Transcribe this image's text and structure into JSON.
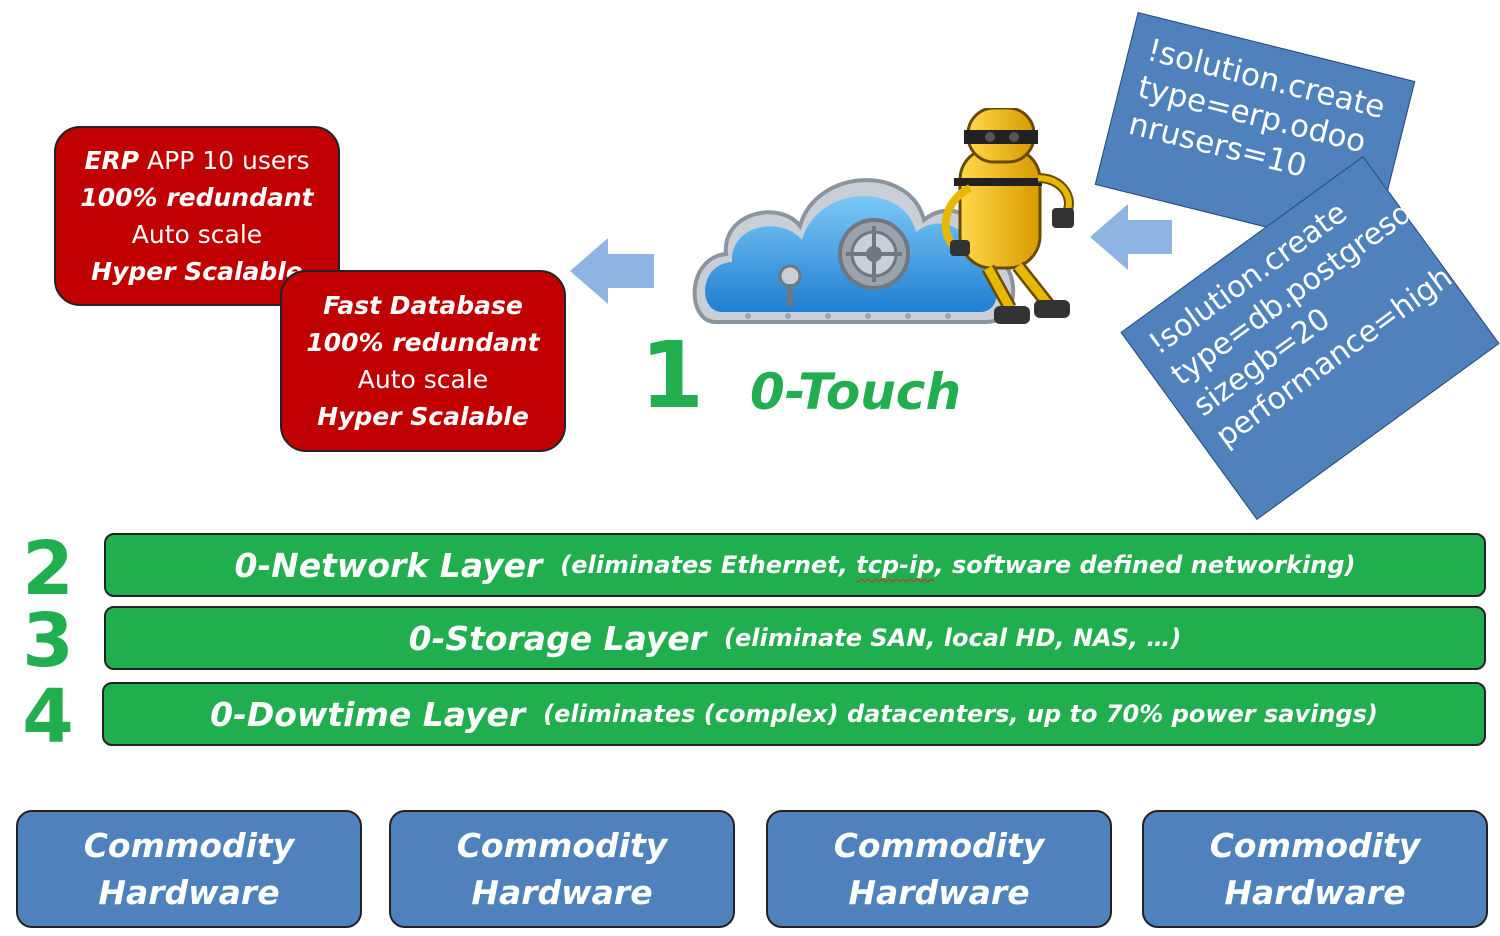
{
  "solutions": {
    "erp": {
      "line1_bold": "ERP",
      "line1_rest": " APP 10 users",
      "line2": "100% redundant",
      "line3": "Auto scale",
      "line4": "Hyper Scalable"
    },
    "db": {
      "line1": "Fast Database",
      "line2": "100% redundant",
      "line3": "Auto scale",
      "line4": "Hyper Scalable"
    }
  },
  "commands": {
    "erp": {
      "line1": "!solution.create",
      "line2": "type=erp.odoo",
      "line3": "nrusers=10"
    },
    "db": {
      "line1": "!solution.create",
      "line2": "type=db.postgresql",
      "line3": "sizegb=20",
      "line4": "performance=high"
    }
  },
  "step1": {
    "number": "1",
    "label": "0-Touch"
  },
  "layers": [
    {
      "number": "2",
      "name": "0-Network Layer",
      "desc_pre": "(eliminates Ethernet, ",
      "desc_mark": "tcp-ip",
      "desc_post": ", software defined networking)"
    },
    {
      "number": "3",
      "name": "0-Storage Layer",
      "desc": "(eliminate SAN, local HD, NAS, …)"
    },
    {
      "number": "4",
      "name": "0-Dowtime Layer",
      "desc": "(eliminates (complex) datacenters, up to 70% power savings)"
    }
  ],
  "hardware": [
    {
      "line1": "Commodity",
      "line2": "Hardware"
    },
    {
      "line1": "Commodity",
      "line2": "Hardware"
    },
    {
      "line1": "Commodity",
      "line2": "Hardware"
    },
    {
      "line1": "Commodity",
      "line2": "Hardware"
    }
  ],
  "colors": {
    "red": "#c00000",
    "green": "#21ae4f",
    "blue": "#4f81bd",
    "arrow": "#8eb4e3"
  },
  "icons": {
    "cloud": "cloud-vault-icon",
    "robot": "robot-icon"
  }
}
